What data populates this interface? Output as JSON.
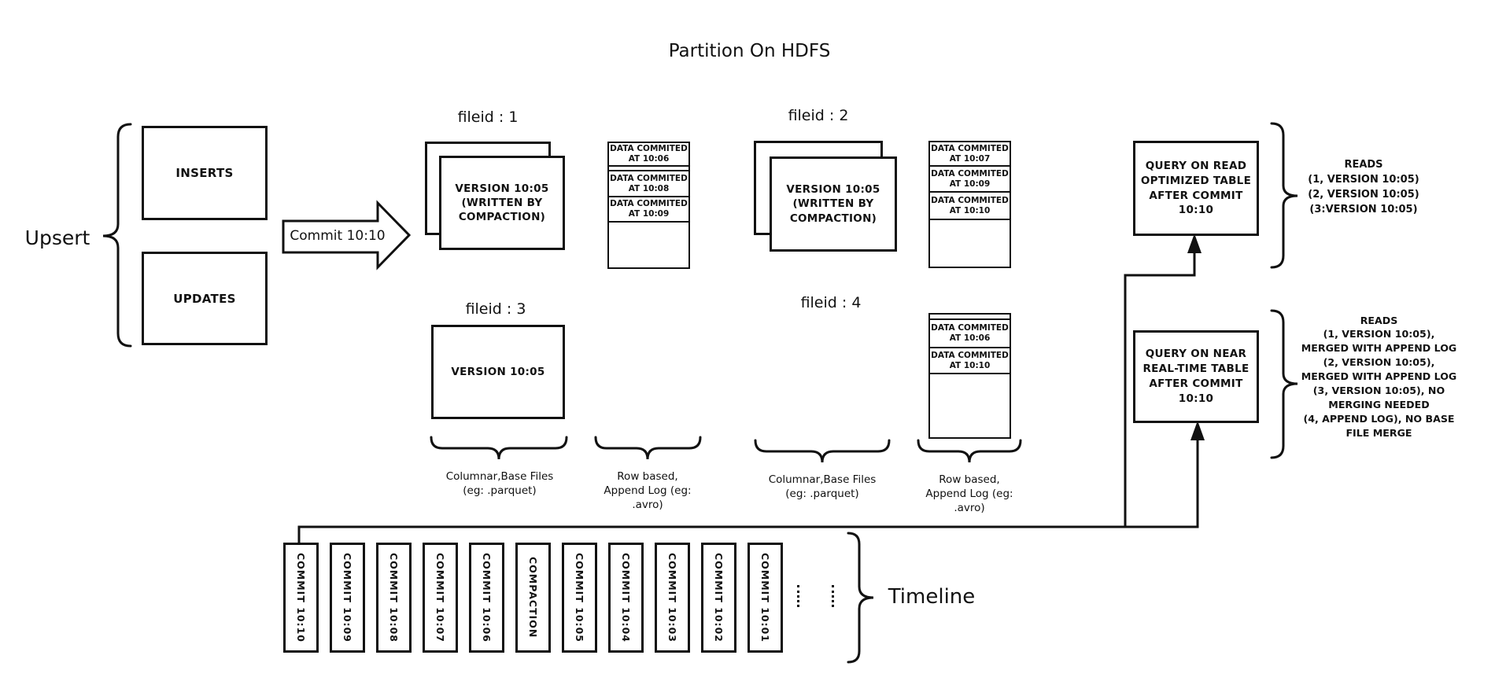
{
  "title": "Partition On HDFS",
  "upsert": {
    "label": "Upsert",
    "inserts": "INSERTS",
    "updates": "UPDATES"
  },
  "commit_arrow": {
    "label": "Commit 10:10"
  },
  "file_groups": [
    {
      "id_label": "fileid : 1",
      "base_file": "VERSION 10:05\n(WRITTEN BY\nCOMPACTION)",
      "log_entries": [
        "DATA COMMITED\nAT 10:06",
        "DATA COMMITED\nAT 10:08",
        "DATA COMMITED\nAT 10:09"
      ]
    },
    {
      "id_label": "fileid : 2",
      "base_file": "VERSION 10:05\n(WRITTEN BY\nCOMPACTION)",
      "log_entries": [
        "DATA COMMITED\nAT 10:07",
        "DATA COMMITED\nAT 10:09",
        "DATA COMMITED\nAT 10:10"
      ]
    },
    {
      "id_label": "fileid : 3",
      "base_file": "VERSION 10:05",
      "log_entries": []
    },
    {
      "id_label": "fileid : 4",
      "base_file": null,
      "log_entries": [
        "DATA COMMITED\nAT 10:06",
        "DATA COMMITED\nAT 10:10"
      ]
    }
  ],
  "brace_labels": {
    "columnar_1": "Columnar,Base Files\n(eg: .parquet)",
    "row_1": "Row based,\nAppend Log (eg:\n.avro)",
    "columnar_2": "Columnar,Base Files\n(eg: .parquet)",
    "row_2": "Row based,\nAppend Log (eg:\n.avro)"
  },
  "queries": [
    {
      "box": "QUERY ON READ\nOPTIMIZED TABLE\nAFTER COMMIT\n10:10",
      "reads": "READS\n(1, VERSION 10:05)\n(2, VERSION 10:05)\n(3:VERSION 10:05)"
    },
    {
      "box": "QUERY ON NEAR\nREAL-TIME TABLE\nAFTER COMMIT\n10:10",
      "reads": "READS\n(1, VERSION 10:05),\nMERGED WITH APPEND LOG\n(2, VERSION 10:05),\nMERGED WITH APPEND LOG\n(3, VERSION 10:05), NO\nMERGING NEEDED\n(4, APPEND LOG), NO BASE\nFILE MERGE"
    }
  ],
  "timeline": {
    "label": "Timeline",
    "items": [
      "COMMIT 10:10",
      "COMMIT 10:09",
      "COMMIT 10:08",
      "COMMIT 10:07",
      "COMMIT 10:06",
      "COMPACTION",
      "COMMIT 10:05",
      "COMMIT 10:04",
      "COMMIT 10:03",
      "COMMIT 10:02",
      "COMMIT 10:01"
    ]
  }
}
